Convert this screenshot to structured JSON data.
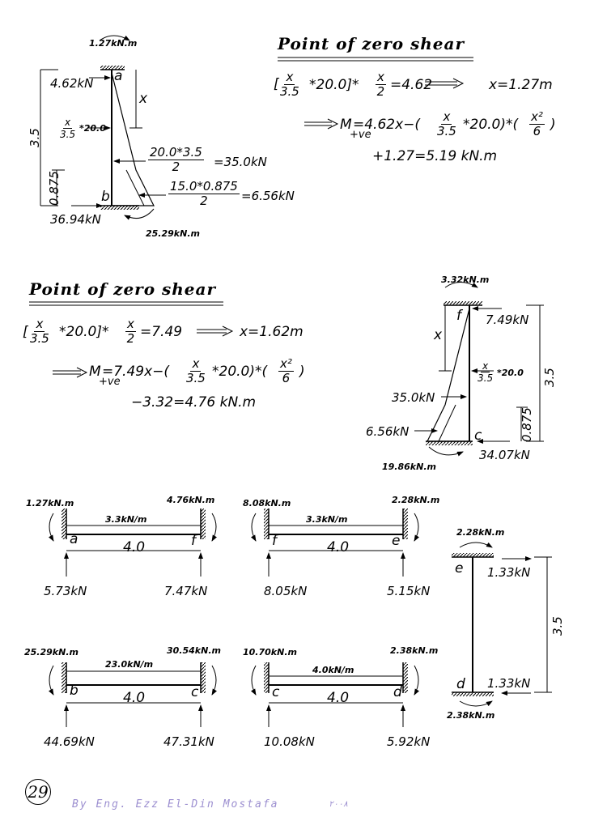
{
  "left_column_f": {
    "support_moment": "1.27kN.m",
    "top_reaction": "4.62kN",
    "point_top": "a",
    "point_bottom": "b",
    "var_x": "x",
    "height": "3.5",
    "height_part": "0.875",
    "load_label_x": "x",
    "load_label_den": "3.5",
    "load_label_tail": "*20.0",
    "resultant1_num": "20.0*3.5",
    "resultant1_den": "2",
    "resultant1_val": "=35.0kN",
    "resultant2_num": "15.0*0.875",
    "resultant2_den": "2",
    "resultant2_val": "=6.56kN",
    "bottom_reaction": "36.94kN",
    "bottom_moment": "25.29kN.m"
  },
  "zero_shear_1": {
    "heading": "Point  of  zero  shear",
    "eq1_open": "[",
    "eq1_num": "x",
    "eq1_den": "3.5",
    "eq1_mid": "*20.0]*",
    "eq1_num2": "x",
    "eq1_den2": "2",
    "eq1_rhs": "=4.62",
    "eq1_result": "x=1.27m",
    "eq2_lhs": "M",
    "eq2_sub": "+ve",
    "eq2_a": "=4.62x−(",
    "eq2_num": "x",
    "eq2_den": "3.5",
    "eq2_b": "*20.0)*(",
    "eq2_num2": "x²",
    "eq2_den2": "6",
    "eq2_c": ")",
    "eq3": "+1.27=5.19  kN.m"
  },
  "zero_shear_2": {
    "heading": "Point  of  zero  shear",
    "eq1_open": "[",
    "eq1_num": "x",
    "eq1_den": "3.5",
    "eq1_mid": "*20.0]*",
    "eq1_num2": "x",
    "eq1_den2": "2",
    "eq1_rhs": "=7.49",
    "eq1_result": "x=1.62m",
    "eq2_lhs": "M",
    "eq2_sub": "+ve",
    "eq2_a": "=7.49x−(",
    "eq2_num": "x",
    "eq2_den": "3.5",
    "eq2_b": "*20.0)*(",
    "eq2_num2": "x²",
    "eq2_den2": "6",
    "eq2_c": ")",
    "eq3": "−3.32=4.76  kN.m"
  },
  "right_column_f": {
    "support_moment": "3.32kN.m",
    "point_top": "f",
    "top_reaction": "7.49kN",
    "var_x": "x",
    "load_label_x": "x",
    "load_label_den": "3.5",
    "load_label_tail": "*20.0",
    "height": "3.5",
    "resultant1": "35.0kN",
    "resultant2": "6.56kN",
    "point_bottom": "c",
    "height_part": "0.875",
    "bottom_reaction": "34.07kN",
    "bottom_moment": "19.86kN.m"
  },
  "beam_af": {
    "m_left": "1.27kN.m",
    "m_right": "4.76kN.m",
    "load": "3.3kN/m",
    "pt_left": "a",
    "pt_right": "f",
    "span": "4.0",
    "r_left": "5.73kN",
    "r_right": "7.47kN"
  },
  "beam_fe": {
    "m_left": "8.08kN.m",
    "m_right": "2.28kN.m",
    "load": "3.3kN/m",
    "pt_left": "f",
    "pt_right": "e",
    "span": "4.0",
    "r_left": "8.05kN",
    "r_right": "5.15kN"
  },
  "beam_bc": {
    "m_left": "25.29kN.m",
    "m_right": "30.54kN.m",
    "load": "23.0kN/m",
    "pt_left": "b",
    "pt_right": "c",
    "span": "4.0",
    "r_left": "44.69kN",
    "r_right": "47.31kN"
  },
  "beam_cd": {
    "m_left": "10.70kN.m",
    "m_right": "2.38kN.m",
    "load": "4.0kN/m",
    "pt_left": "c",
    "pt_right": "d",
    "span": "4.0",
    "r_left": "10.08kN",
    "r_right": "5.92kN"
  },
  "column_ed": {
    "m_top": "2.28kN.m",
    "pt_top": "e",
    "r_top": "1.33kN",
    "height": "3.5",
    "pt_bottom": "d",
    "r_bottom": "1.33kN",
    "m_bottom": "2.38kN.m"
  },
  "footer": {
    "page_number": "29",
    "author": "By Eng. Ezz El-Din Mostafa",
    "year": "٢٠٠٨"
  }
}
